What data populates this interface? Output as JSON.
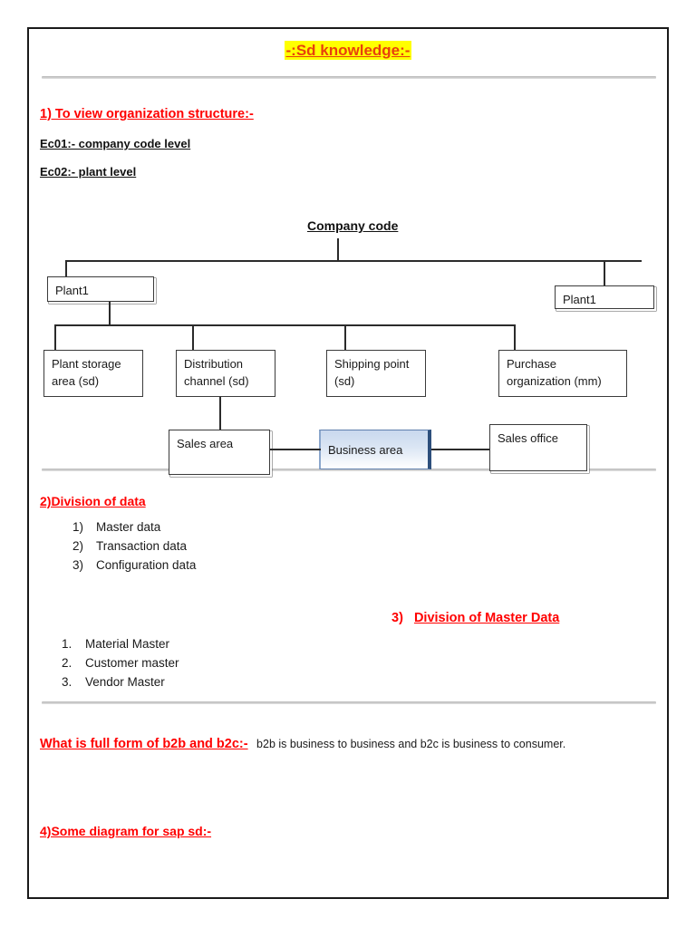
{
  "document": {
    "title": "-:Sd knowledge:-",
    "title_highlight_color": "#ffff00",
    "title_text_color": "#e8400c",
    "heading_color": "#ff0000"
  },
  "section1": {
    "heading": "1) To view organization structure:-",
    "lines": [
      "Ec01:- company code level",
      "Ec02:- plant level"
    ]
  },
  "org_chart": {
    "root_label": "Company code",
    "plant_left": "Plant1",
    "plant_right": "Plant1",
    "level3": [
      "Plant storage area (sd)",
      "Distribution channel (sd)",
      "Shipping point (sd)",
      "Purchase organization (mm)"
    ],
    "level4": [
      "Sales area",
      "Business area",
      "Sales office"
    ],
    "business_area_fill": "#c9d8ee",
    "business_area_border": "#2d4f7c"
  },
  "section2": {
    "heading": "2)Division of data",
    "items": [
      {
        "mark": "1)",
        "label": "Master data"
      },
      {
        "mark": "2)",
        "label": "Transaction data"
      },
      {
        "mark": "3)",
        "label": "Configuration data"
      }
    ]
  },
  "section3": {
    "number": "3)",
    "heading": "Division of Master Data",
    "items": [
      {
        "mark": "1.",
        "label": "Material Master"
      },
      {
        "mark": "2.",
        "label": "Customer master"
      },
      {
        "mark": "3.",
        "label": "Vendor Master"
      }
    ]
  },
  "section4": {
    "question": "What is full form of b2b and b2c:-",
    "answer": "b2b is business to business  and b2c is business to consumer."
  },
  "section5": {
    "heading": "4)Some diagram for sap sd:-"
  }
}
